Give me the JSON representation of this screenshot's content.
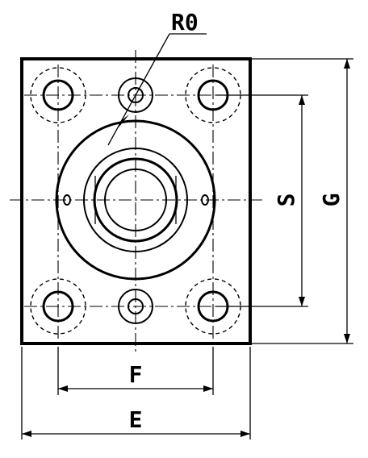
{
  "labels": {
    "radius": "R0",
    "F": "F",
    "E": "E",
    "S": "S",
    "G": "G"
  }
}
